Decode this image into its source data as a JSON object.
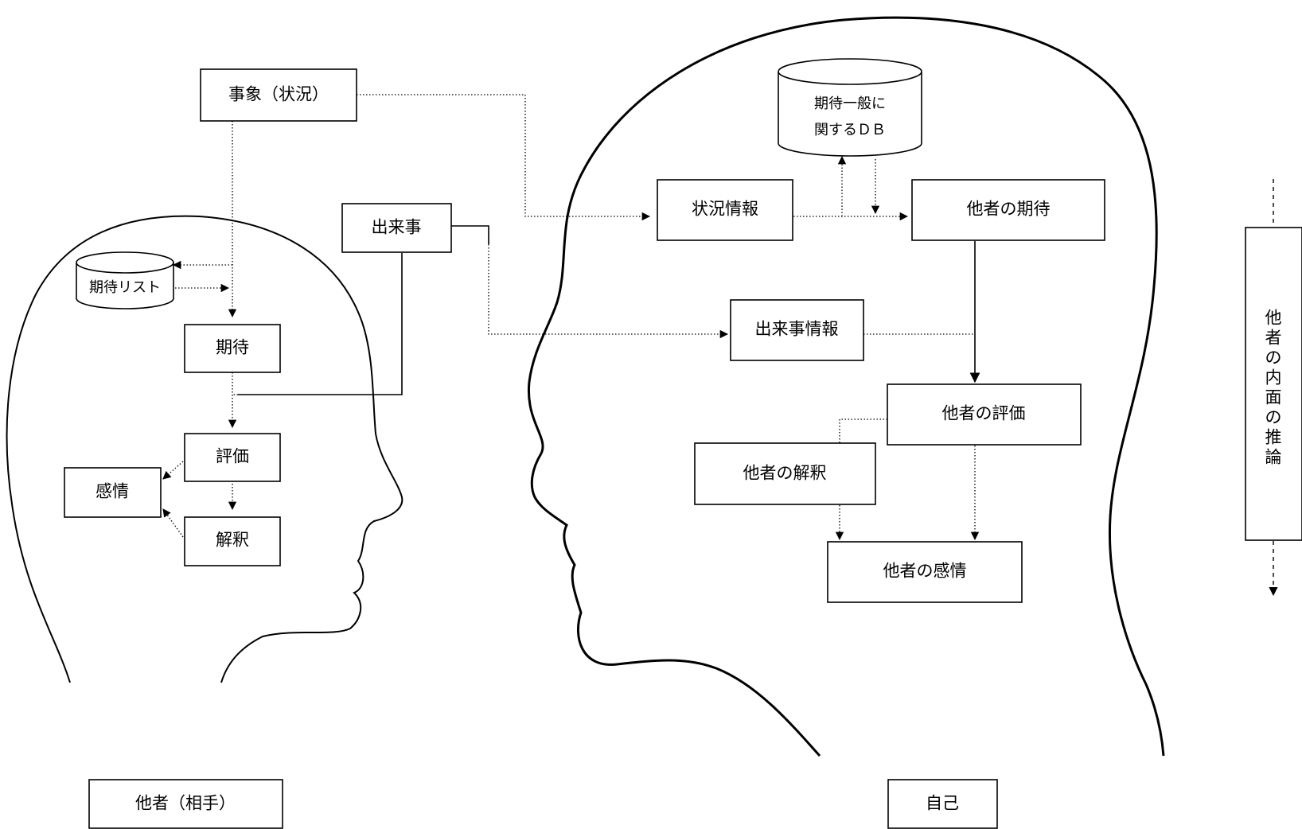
{
  "labels": {
    "event_situation": "事象（状況）",
    "occurrence": "出来事",
    "expectation_list": "期待リスト",
    "expectation": "期待",
    "evaluation": "評価",
    "emotion": "感情",
    "interpretation": "解釈",
    "other_party": "他者（相手）",
    "db_line1": "期待一般に",
    "db_line2": "関するＤＢ",
    "situation_info": "状況情報",
    "others_expectation": "他者の期待",
    "occurrence_info": "出来事情報",
    "others_evaluation": "他者の評価",
    "others_interpretation": "他者の解釈",
    "others_emotion": "他者の感情",
    "self": "自己",
    "inference_vertical": [
      "他",
      "者",
      "の",
      "内",
      "面",
      "の",
      "推",
      "論"
    ]
  }
}
